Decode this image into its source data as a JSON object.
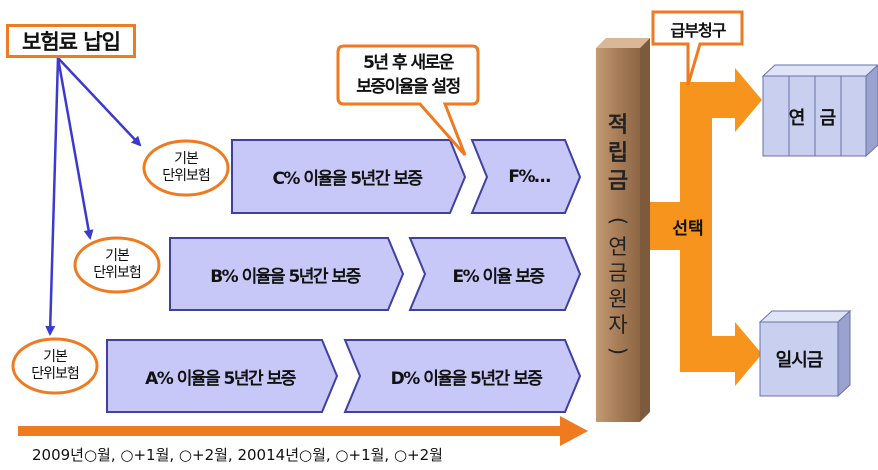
{
  "title": "보험료 납입",
  "callout_5yr": {
    "line1": "5년 후 새로운",
    "line2": "보증이율을 설정"
  },
  "callout_claim": "급부청구",
  "units": [
    {
      "line1": "기본",
      "line2": "단위보험"
    },
    {
      "line1": "기본",
      "line2": "단위보험"
    },
    {
      "line1": "기본",
      "line2": "단위보험"
    }
  ],
  "rows": [
    {
      "first": "C% 이율을 5년간 보증",
      "second": "F%…"
    },
    {
      "first": "B% 이율을 5년간 보증",
      "second": "E% 이율 보증"
    },
    {
      "first": "A% 이율을 5년간 보증",
      "second": "D% 이율을 5년간 보증"
    }
  ],
  "accumulated": {
    "main": [
      "적",
      "립",
      "금"
    ],
    "paren": [
      "(",
      "연",
      "금",
      "원",
      "자",
      ")"
    ]
  },
  "choice": "선택",
  "pension": "연 금",
  "lump_sum": "일시금",
  "timeline": "2009년○월, ○+1월, ○+2월,  20014년○월, ○+1월, ○+2월",
  "colors": {
    "chevron_fill": "#c8c8f8",
    "chevron_stroke": "#4040a0",
    "orange": "#f7941d",
    "pillar": "#b08660",
    "blue_arrow": "#3a3ad0",
    "box_fill": "#c8cfef"
  }
}
